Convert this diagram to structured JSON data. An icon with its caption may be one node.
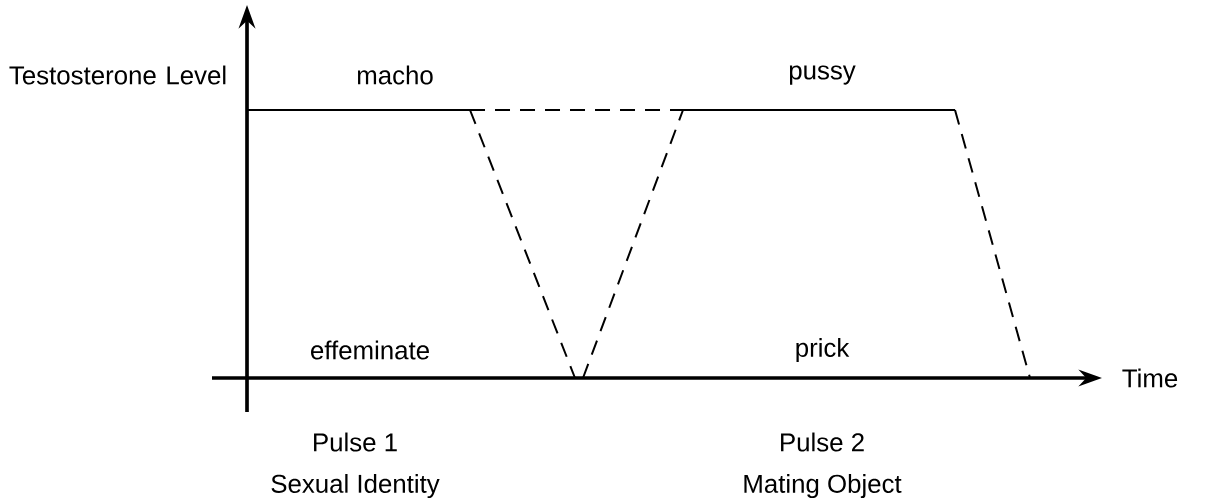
{
  "diagram": {
    "labels": [
      "Testosterone Level",
      "macho",
      "pussy",
      "effeminate",
      "prick",
      "Time",
      "Pulse 1",
      "Pulse 2",
      "Sexual Identity",
      "Mating Object"
    ]
  }
}
